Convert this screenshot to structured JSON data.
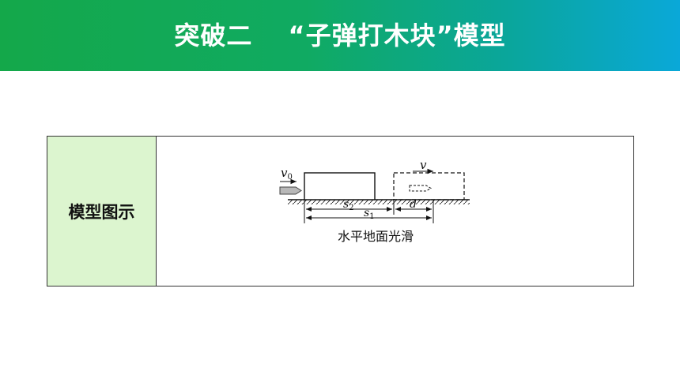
{
  "header": {
    "title": "突破二　 “子弹打木块”模型",
    "gradient": [
      "#14a84a",
      "#0aa8d8"
    ]
  },
  "table": {
    "label": "模型图示",
    "label_bg": "#dcf5cf",
    "figure": {
      "v0_label": "v",
      "v0_sub": "0",
      "v_label": "v",
      "s2_label": "s",
      "s2_sub": "2",
      "s1_label": "s",
      "s1_sub": "1",
      "d_label": "d",
      "caption": "水平地面光滑"
    }
  }
}
